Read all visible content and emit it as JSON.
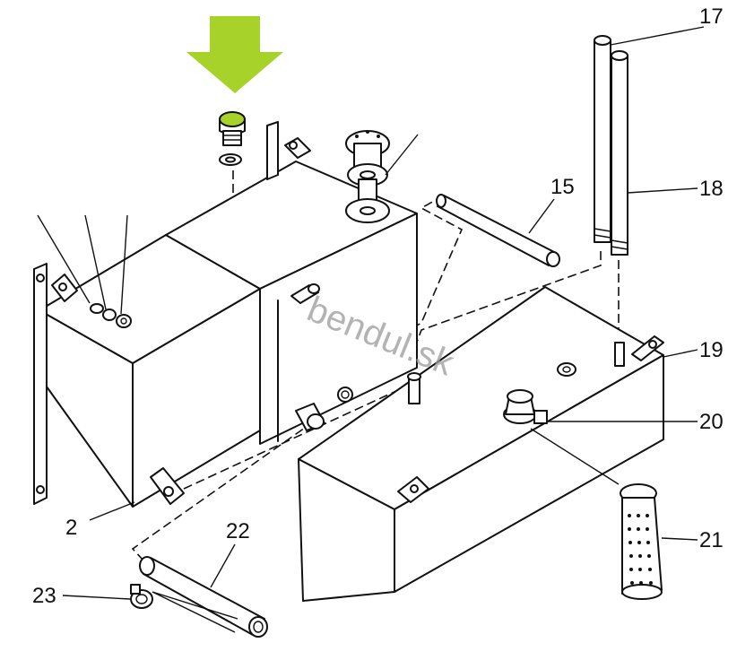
{
  "watermark": "bendul.sk",
  "highlight_color": "#a6d22a",
  "callouts": {
    "c2": "2",
    "c15": "15",
    "c17": "17",
    "c18": "18",
    "c19": "19",
    "c20": "20",
    "c21": "21",
    "c22": "22",
    "c23": "23"
  }
}
